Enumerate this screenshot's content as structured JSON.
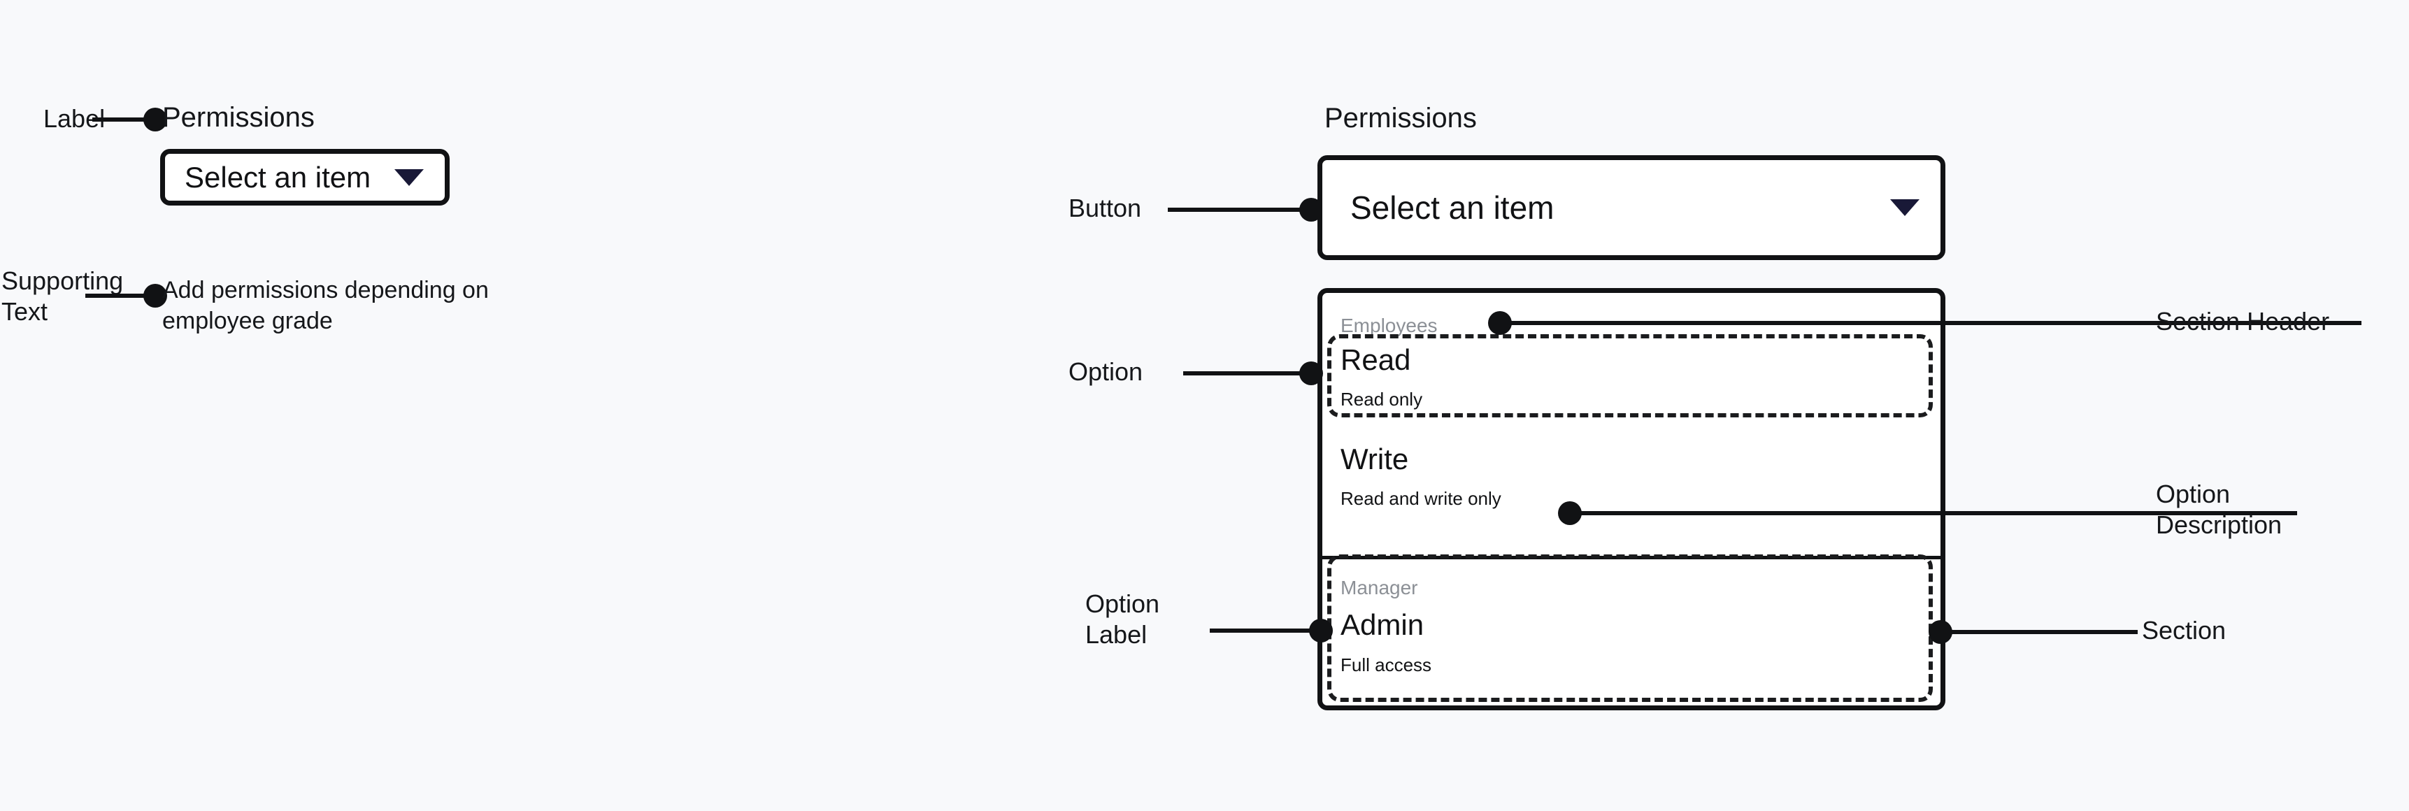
{
  "canvas": {
    "background": "#f8f9fb",
    "accent_caret": "#191937",
    "ink": "#111214",
    "muted": "#8c9096"
  },
  "left_spec": {
    "label_text": "Permissions",
    "supporting_text": "Add permissions depending on\nemployee grade",
    "select": {
      "value": "Select an item",
      "caret_icon": "chevron-down-icon"
    },
    "annotations": [
      {
        "name": "label",
        "text": "Label"
      },
      {
        "name": "supporting-text",
        "text": "Supporting\nText"
      }
    ]
  },
  "right_spec": {
    "header_text": "Permissions",
    "select": {
      "value": "Select an item",
      "caret_icon": "chevron-down-icon"
    },
    "listbox": {
      "sections": [
        {
          "header": "Employees",
          "options": [
            {
              "label": "Read",
              "description": "Read only"
            },
            {
              "label": "Write",
              "description": "Read and write only"
            }
          ]
        },
        {
          "header": "Manager",
          "options": [
            {
              "label": "Admin",
              "description": "Full access"
            }
          ]
        }
      ]
    },
    "annotations": [
      {
        "name": "button",
        "text": "Button"
      },
      {
        "name": "option",
        "text": "Option"
      },
      {
        "name": "option-label",
        "text": "Option\nLabel"
      },
      {
        "name": "section-header",
        "text": "Section Header"
      },
      {
        "name": "option-description",
        "text": "Option\nDescription"
      },
      {
        "name": "section",
        "text": "Section"
      }
    ]
  }
}
